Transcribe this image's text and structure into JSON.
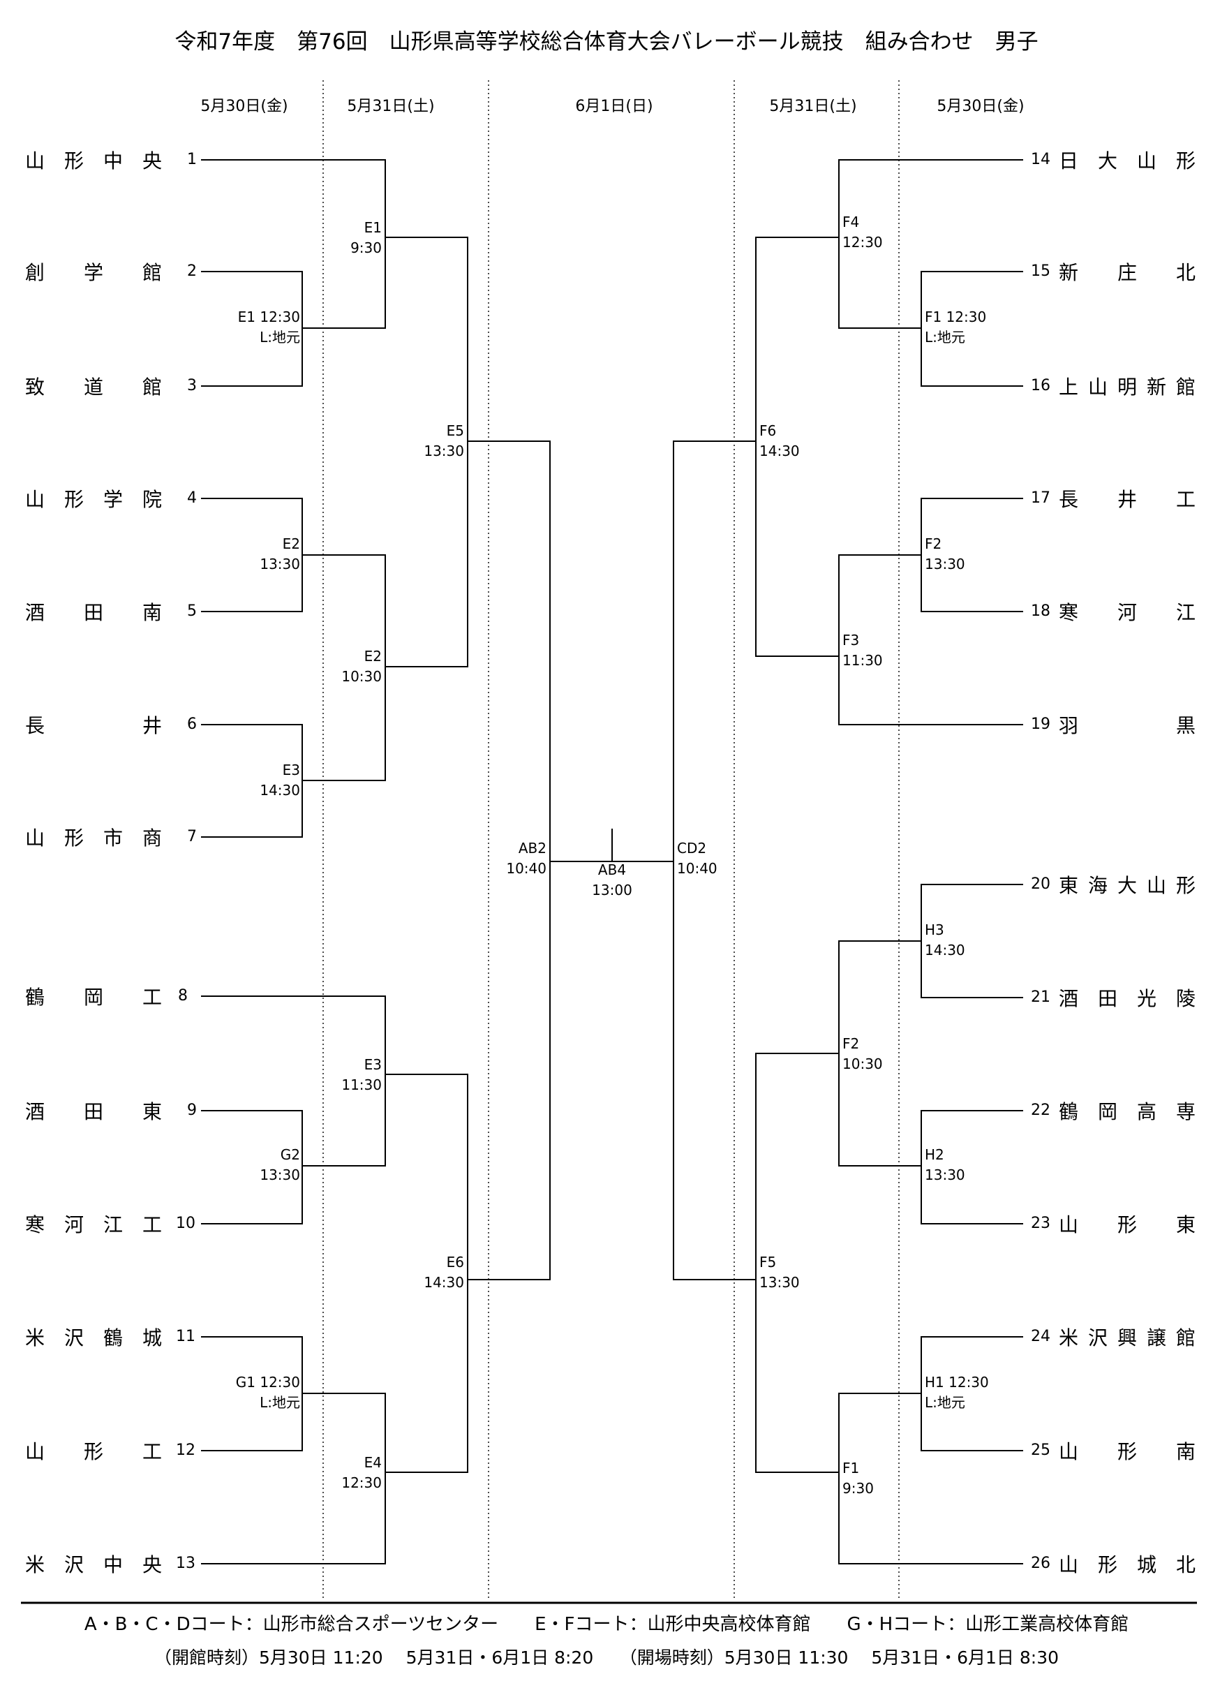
{
  "title": "令和7年度　第76回　山形県高等学校総合体育大会バレーボール競技　組み合わせ　男子",
  "dates": [
    "5月30日(金)",
    "5月31日(土)",
    "6月1日(日)",
    "5月31日(土)",
    "5月30日(金)"
  ],
  "left_teams": [
    {
      "seed": "1",
      "name": "山形中央"
    },
    {
      "seed": "2",
      "name": "創学館"
    },
    {
      "seed": "3",
      "name": "致道館"
    },
    {
      "seed": "4",
      "name": "山形学院"
    },
    {
      "seed": "5",
      "name": "酒田南"
    },
    {
      "seed": "6",
      "name": "長井"
    },
    {
      "seed": "7",
      "name": "山形市商"
    },
    {
      "seed": "8",
      "name": "鶴岡工"
    },
    {
      "seed": "9",
      "name": "酒田東"
    },
    {
      "seed": "10",
      "name": "寒河江工"
    },
    {
      "seed": "11",
      "name": "米沢鶴城"
    },
    {
      "seed": "12",
      "name": "山形工"
    },
    {
      "seed": "13",
      "name": "米沢中央"
    }
  ],
  "right_teams": [
    {
      "seed": "14",
      "name": "日大山形"
    },
    {
      "seed": "15",
      "name": "新庄北"
    },
    {
      "seed": "16",
      "name": "上山明新館"
    },
    {
      "seed": "17",
      "name": "長井工"
    },
    {
      "seed": "18",
      "name": "寒河江"
    },
    {
      "seed": "19",
      "name": "羽黒"
    },
    {
      "seed": "20",
      "name": "東海大山形"
    },
    {
      "seed": "21",
      "name": "酒田光陵"
    },
    {
      "seed": "22",
      "name": "鶴岡高専"
    },
    {
      "seed": "23",
      "name": "山形東"
    },
    {
      "seed": "24",
      "name": "米沢興譲館"
    },
    {
      "seed": "25",
      "name": "山形南"
    },
    {
      "seed": "26",
      "name": "山形城北"
    }
  ],
  "matches": {
    "l_e1a": "E1 12:30\nL:地元",
    "l_e2a": "E2\n13:30",
    "l_e3a": "E3\n14:30",
    "l_g2": "G2\n13:30",
    "l_g1": "G1 12:30\nL:地元",
    "l_e1": "E1\n9:30",
    "l_e2": "E2\n10:30",
    "l_e3": "E3\n11:30",
    "l_e4": "E4\n12:30",
    "l_e5": "E5\n13:30",
    "l_e6": "E6\n14:30",
    "ab2": "AB2\n10:40",
    "ab4": "AB4\n13:00",
    "cd2": "CD2\n10:40",
    "r_f4": "F4\n12:30",
    "r_f1a": "F1 12:30\nL:地元",
    "r_f2a": "F2\n13:30",
    "r_f3": "F3\n11:30",
    "r_f6": "F6\n14:30",
    "r_h3": "H3\n14:30",
    "r_f2": "F2\n10:30",
    "r_h2": "H2\n13:30",
    "r_h1": "H1 12:30\nL:地元",
    "r_f1": "F1\n9:30",
    "r_f5": "F5\n13:30"
  },
  "footer": {
    "line1": "A・B・C・Dコート：山形市総合スポーツセンター　　E・Fコート：山形中央高校体育館　　G・Hコート：山形工業高校体育館",
    "line2": "（開館時刻）5月30日 11:20　 5月31日・6月1日 8:20　　（開場時刻）5月30日 11:30　 5月31日・6月1日 8:30"
  }
}
